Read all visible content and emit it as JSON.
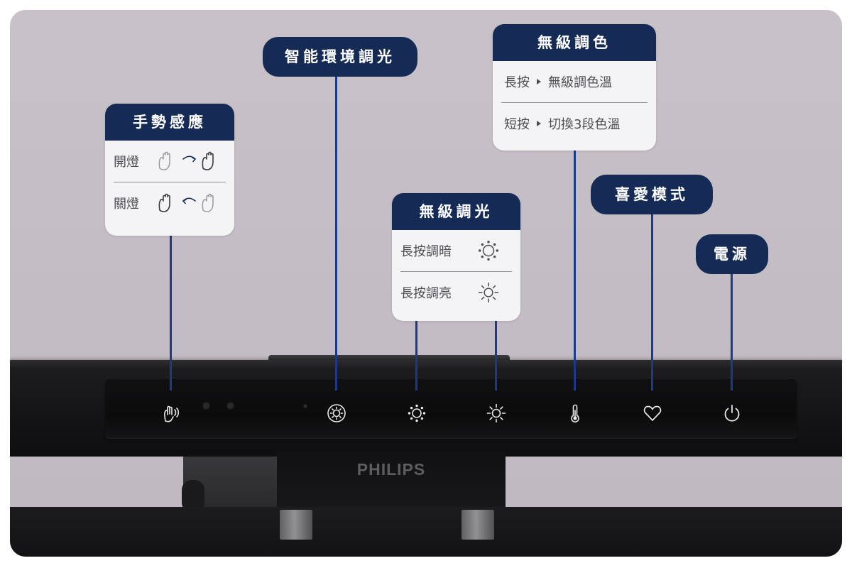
{
  "brand": "PHILIPS",
  "colors": {
    "navy": "#152a55",
    "line_blue": "#1b3a8a",
    "card_bg": "#f4f3f6",
    "text_gray": "#4c4c52"
  },
  "callouts": {
    "gesture": {
      "title": "手勢感應",
      "rows": [
        {
          "label": "開燈",
          "icon": "hand-swipe-right-icon"
        },
        {
          "label": "關燈",
          "icon": "hand-swipe-left-icon"
        }
      ]
    },
    "ambient": {
      "title": "智能環境調光"
    },
    "dimming": {
      "title": "無級調光",
      "rows": [
        {
          "label": "長按調暗",
          "icon": "sun-dim-icon"
        },
        {
          "label": "長按調亮",
          "icon": "sun-bright-icon"
        }
      ]
    },
    "color_temp": {
      "title": "無級調色",
      "rows": [
        {
          "prefix": "長按",
          "text": "無級調色溫"
        },
        {
          "prefix": "短按",
          "text": "切換3段色溫"
        }
      ]
    },
    "favorite": {
      "title": "喜愛模式"
    },
    "power": {
      "title": "電源"
    }
  },
  "panel_buttons": [
    {
      "name": "gesture-sensor",
      "icon": "gesture-hand-icon"
    },
    {
      "name": "ambient-sensor",
      "icon": "ambient-light-icon"
    },
    {
      "name": "dim-down",
      "icon": "sun-dim-icon"
    },
    {
      "name": "dim-up",
      "icon": "sun-bright-icon"
    },
    {
      "name": "color-temp",
      "icon": "thermometer-icon"
    },
    {
      "name": "favorite",
      "icon": "heart-icon"
    },
    {
      "name": "power",
      "icon": "power-icon"
    }
  ]
}
